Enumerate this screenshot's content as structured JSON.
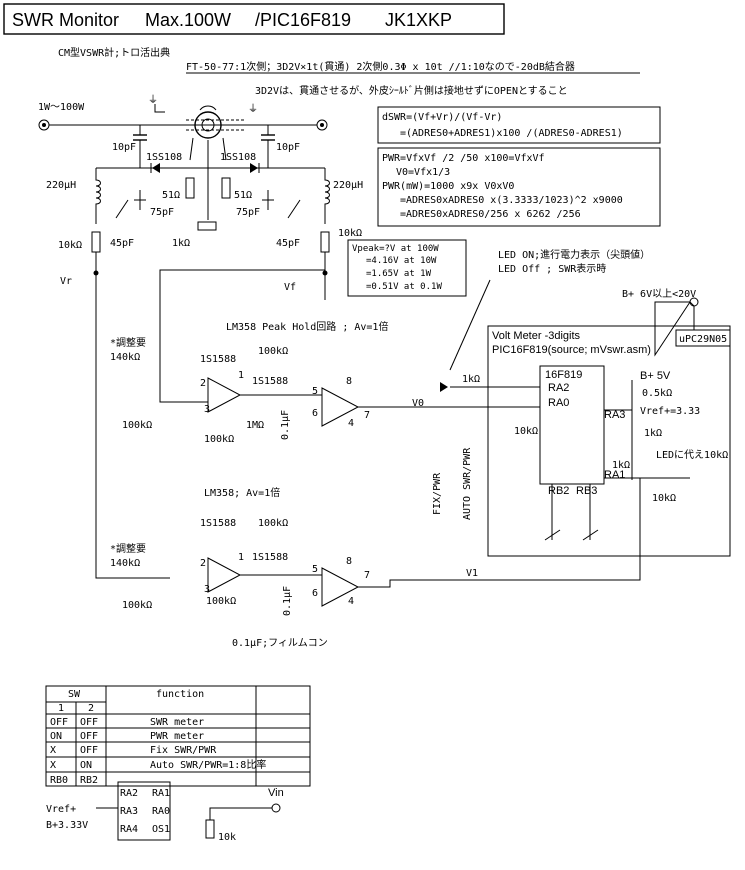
{
  "title": {
    "name": "SWR Monitor",
    "power": "Max.100W",
    "model": "/PIC16F819",
    "callsign": "JK1XKP"
  },
  "notes": {
    "source": "CM型VSWR計;トロ活出典",
    "core": "FT-50-77:1次側；3D2V×1t(貫通)   2次側0.3Φ x 10t //1:10なので-20dB結合器",
    "shield": "3D2Vは、貫通させるが、外皮ｼｰﾙﾄﾞ片側は接地せずにOPENとすること",
    "input": "1W～100W",
    "film_cap": "0.1μF;フィルムコン"
  },
  "formulas": {
    "dswr": [
      "dSWR=(Vf+Vr)/(Vf-Vr)",
      "=(ADRES0+ADRES1)x100 /(ADRES0-ADRES1)"
    ],
    "pwr": [
      "PWR=VfxVf /2 /50 x100=VfxVf",
      "V0=Vfx1/3",
      "PWR(mW)=1000 x9x V0xV0",
      "=ADRES0xADRES0 x(3.3333/1023)^2 x9000",
      "=ADRES0xADRES0/256 x 6262 /256"
    ]
  },
  "vpeak": [
    "Vpeak=?V at 100W",
    "=4.16V at 10W",
    "=1.65V at 1W",
    "=0.51V at 0.1W"
  ],
  "led_notes": [
    "LED ON;進行電力表示（尖頭値）",
    "LED Off ; SWR表示時"
  ],
  "supply": {
    "bplus": "B+ 6V以上<20V",
    "reg": "uPC29N05",
    "b5": "B+ 5V"
  },
  "meter": {
    "title": "Volt Meter -3digits",
    "src": "PIC16F819(source; mVswr.asm)",
    "chip": "16F819"
  },
  "amps": {
    "peak_hold": "LM358 Peak Hold回路 ; Av=1倍",
    "buffer": "LM358; Av=1倍"
  },
  "labels": {
    "c10pf": "10pF",
    "d1ss108": "1SS108",
    "r51": "51Ω",
    "c75pf": "75pF",
    "l220": "220μH",
    "c45pf": "45pF",
    "r10k": "10kΩ",
    "r1k": "1kΩ",
    "vr": "Vr",
    "vf": "Vf",
    "adjust": "*調整要",
    "r140k": "140kΩ",
    "r100k": "100kΩ",
    "d1s1588": "1S1588",
    "r1m": "1MΩ",
    "c01": "0.1μF",
    "v0": "V0",
    "v1": "V1",
    "ra2": "RA2",
    "ra0": "RA0",
    "ra3": "RA3",
    "ra1": "RA1",
    "rb2": "RB2",
    "rb3": "RB3",
    "r05k": "0.5kΩ",
    "vref": "Vref+=3.33",
    "led_sub": "LEDに代え10kΩ",
    "fixsw": "FIX/PWR",
    "autosw": "AUTO SWR/PWR",
    "p1": "1",
    "p2": "2",
    "p3": "3",
    "p4": "4",
    "p5": "5",
    "p6": "6",
    "p7": "7",
    "p8": "8"
  },
  "sw_table": {
    "head_sw": "SW",
    "head_fn": "function",
    "cols": [
      "1",
      "2"
    ],
    "rows": [
      [
        "OFF",
        "OFF",
        "SWR meter"
      ],
      [
        "ON",
        "OFF",
        "PWR meter"
      ],
      [
        "X",
        "OFF",
        "Fix SWR/PWR"
      ],
      [
        "X",
        "ON",
        "Auto SWR/PWR=1:8比率"
      ],
      [
        "RB0",
        "RB2",
        ""
      ]
    ]
  },
  "pinout": {
    "vref": "Vref+",
    "b333": "B+3.33V",
    "vin": "Vin",
    "r10k": "10k",
    "pins": [
      "RA2",
      "RA1",
      "RA3",
      "RA0",
      "RA4",
      "OS1"
    ]
  }
}
